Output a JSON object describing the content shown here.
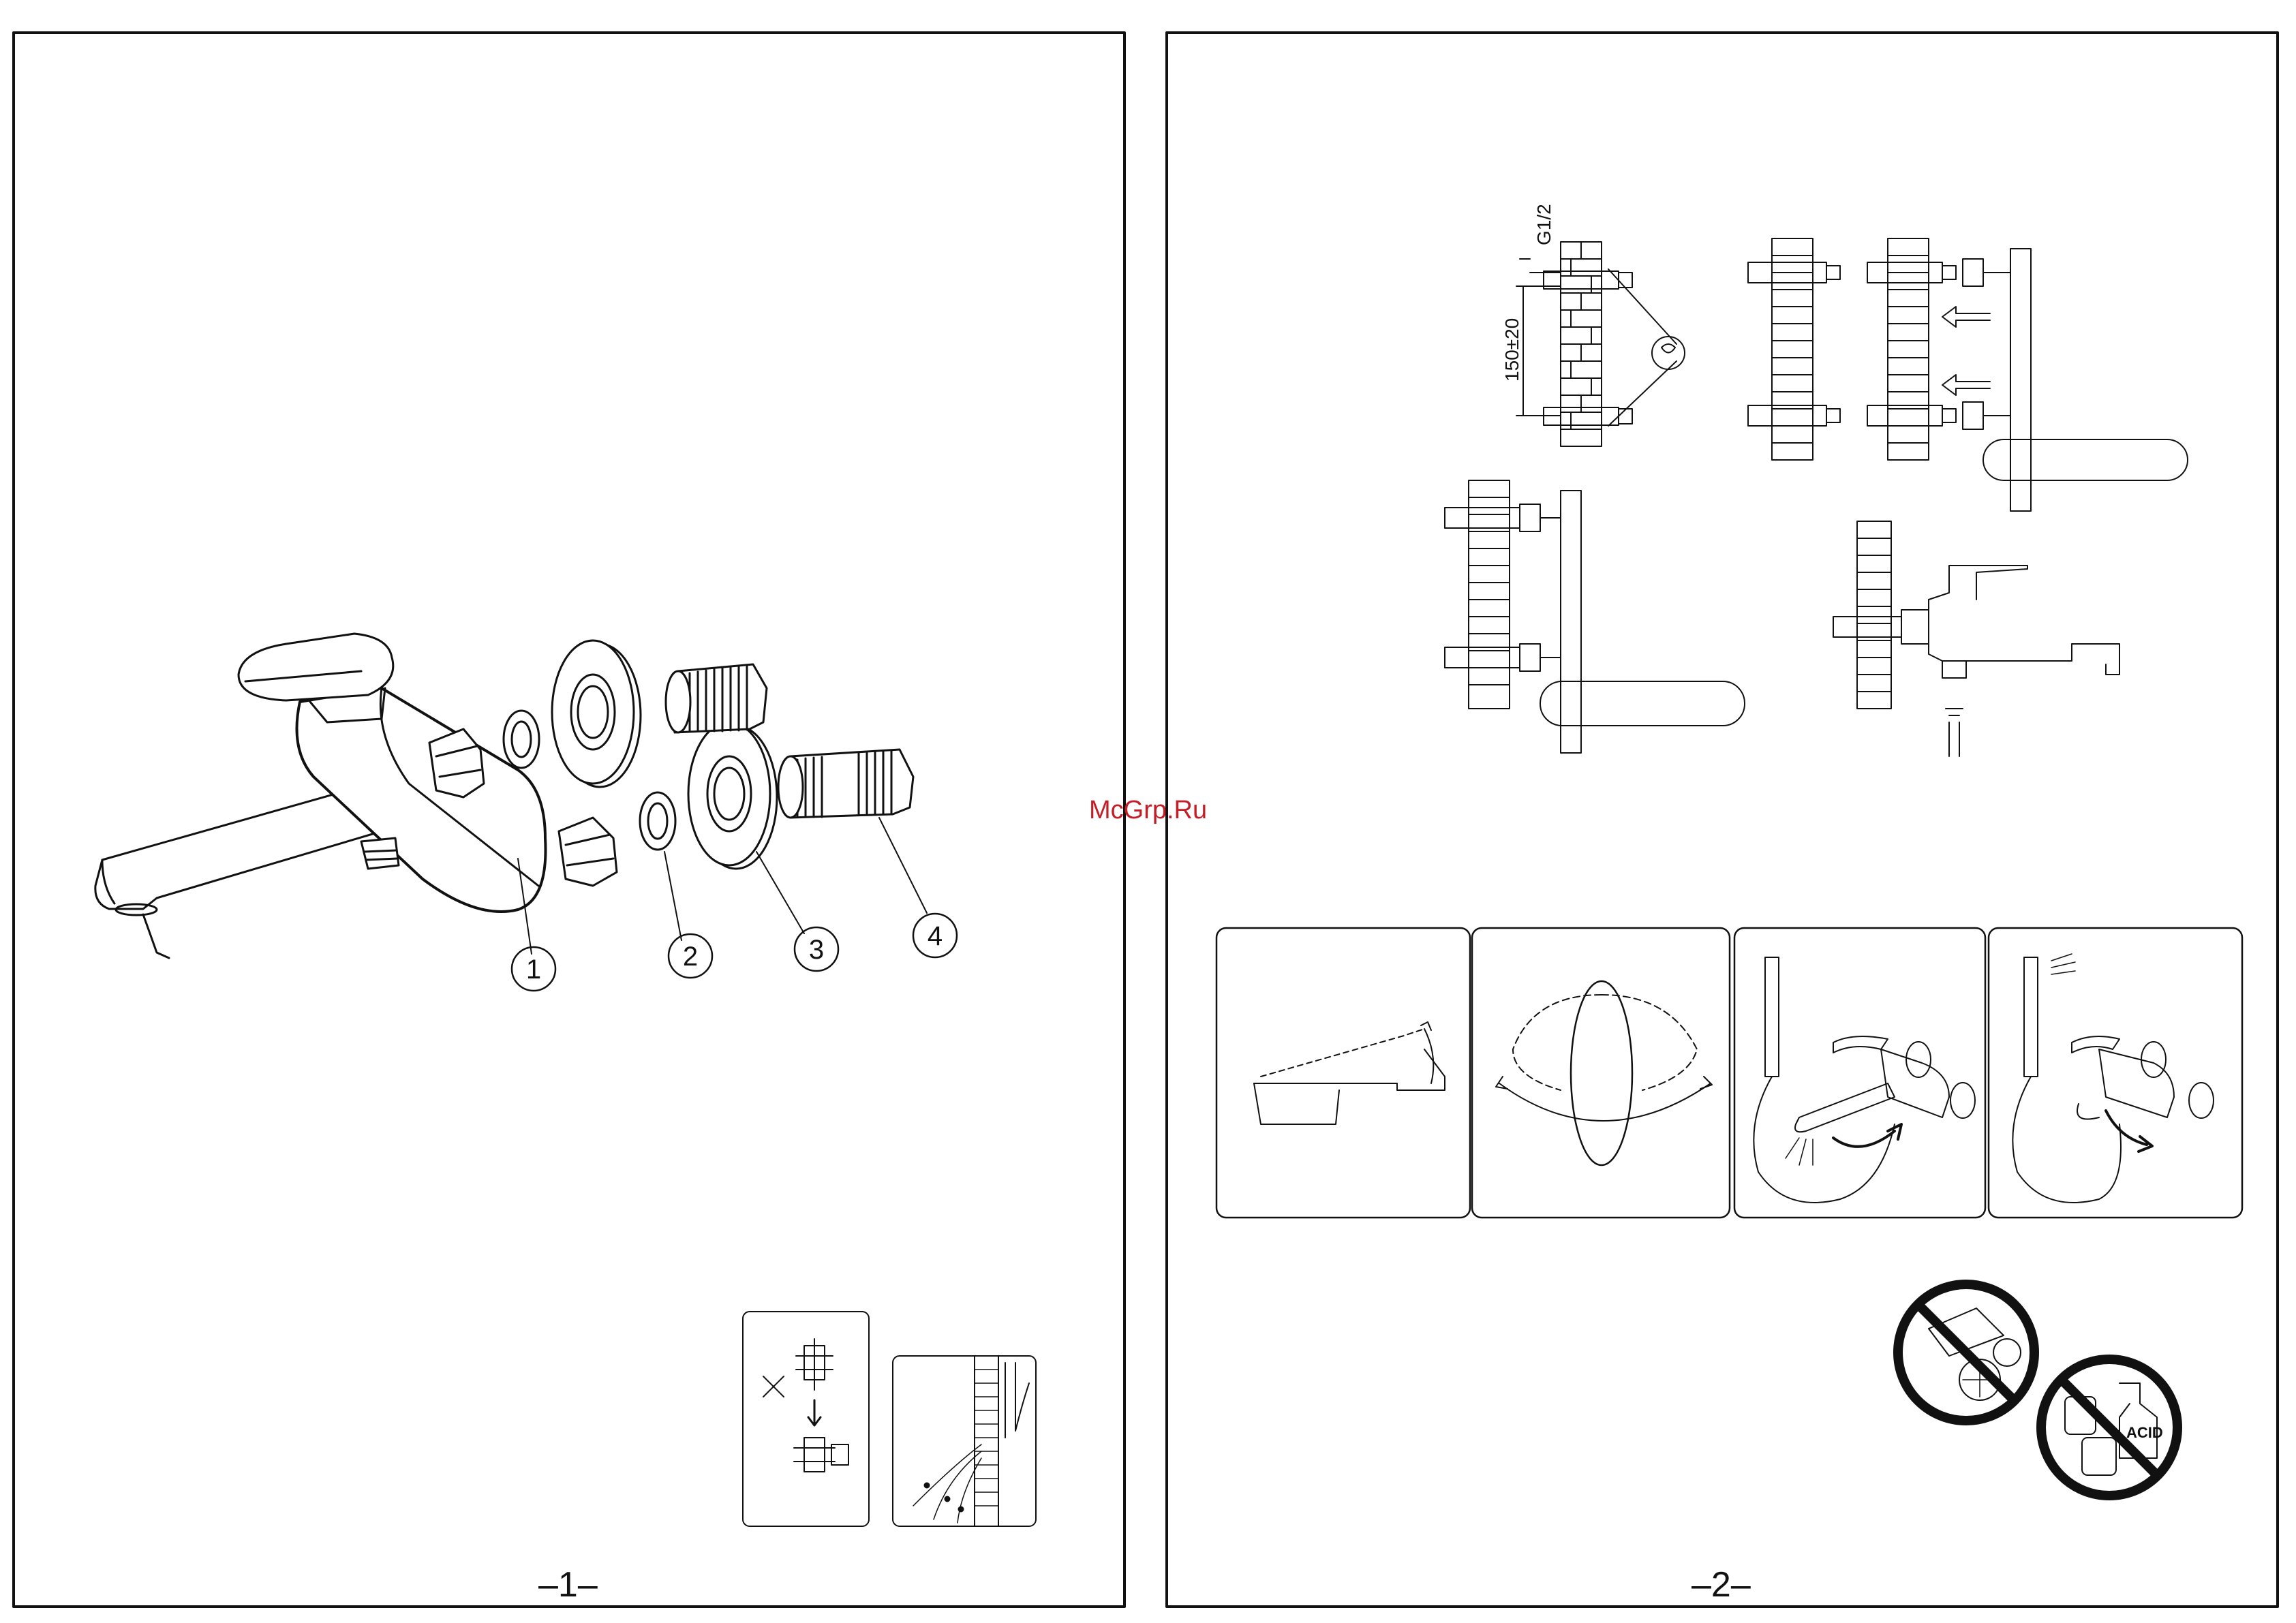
{
  "pages": [
    {
      "page_number": "–1–"
    },
    {
      "page_number": "–2–"
    }
  ],
  "exploded_view": {
    "callouts": [
      "1",
      "2",
      "3",
      "4"
    ]
  },
  "install_diagram": {
    "thread_label": "G1/2",
    "distance_label": "150±20"
  },
  "warnings": {
    "acid_label": "ACID"
  },
  "watermark": "McGrp.Ru"
}
